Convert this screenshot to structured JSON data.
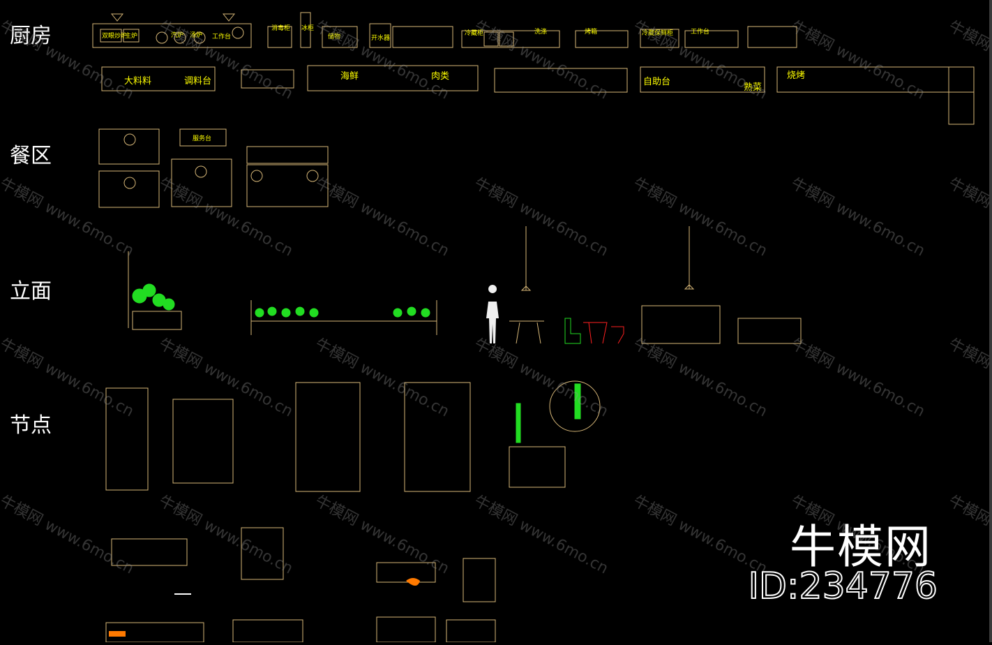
{
  "sections": {
    "kitchen": "厨房",
    "dining": "餐区",
    "elevation": "立面",
    "node": "节点"
  },
  "kitchen_labels": {
    "row1": [
      "双眼炒炉",
      "主炉",
      "汽炉",
      "汤炉",
      "工作台",
      "消毒柜",
      "冰柜",
      "储物",
      "开水器",
      "冷藏柜",
      "洗涤",
      "烤箱",
      "冷藏保鲜柜",
      "工作台"
    ],
    "big_ingredients": "大料料",
    "seasoning": "调料台",
    "seafood": "海鲜",
    "meat": "肉类",
    "buffet": "自助台",
    "cooked": "熟菜",
    "bbq": "烧烤"
  },
  "dining_labels": {
    "counter": "服务台"
  },
  "watermark": {
    "brand": "牛模网",
    "site": "www.6mo.cn"
  },
  "brand": {
    "name": "牛模网",
    "id": "ID:234776"
  },
  "colors": {
    "background": "#000000",
    "cad_line": "#d8b878",
    "cad_text": "#ffff00",
    "plant": "#22dd22",
    "red": "#ff2020",
    "white": "#ffffff"
  }
}
